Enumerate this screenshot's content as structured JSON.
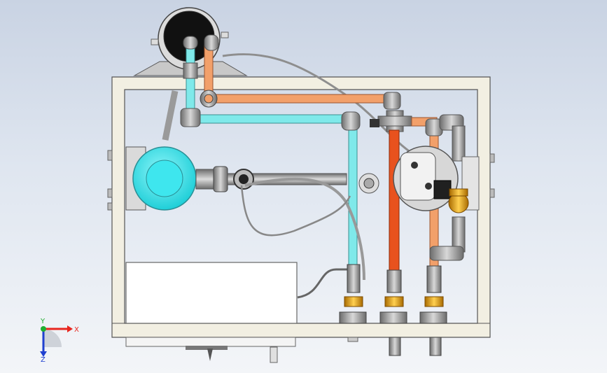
{
  "viewport": {
    "background_top": "#c9d3e3",
    "background_bottom": "#f3f5f8"
  },
  "model": {
    "frame_color": "#f2efe2",
    "frame_edge": "#555555",
    "pipe_colors": {
      "cold": "#7fe9ea",
      "hot": "#f2a06a",
      "red": "#e8521e",
      "grey": "#9a9a9a"
    },
    "pump_color": "#3ee6ee",
    "brass_color": "#f0a020"
  },
  "triad": {
    "x_label": "X",
    "y_label": "Y",
    "z_label": "Z",
    "x_color": "#e8261e",
    "y_color": "#1fae2f",
    "z_color": "#2040d0"
  }
}
